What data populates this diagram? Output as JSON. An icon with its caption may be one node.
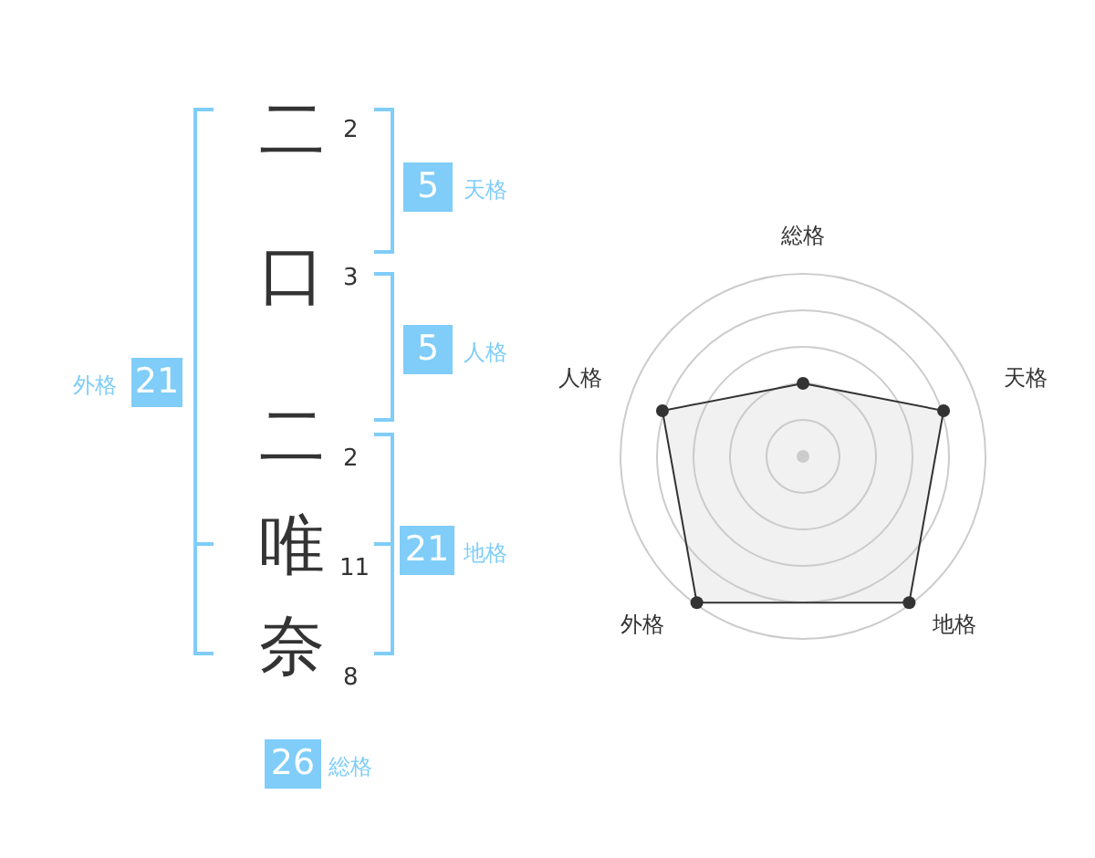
{
  "diagram": {
    "nodes": [
      {
        "text": [
          "21"
        ],
        "beside": [
          "外格"
        ]
      },
      {
        "text": [
          "5"
        ],
        "beside": [
          "天格"
        ]
      },
      {
        "text": [
          "5"
        ],
        "beside": [
          "人格"
        ]
      },
      {
        "text": [
          "21"
        ],
        "beside": [
          "地格"
        ]
      },
      {
        "text": [
          "26"
        ],
        "beside": [
          "総格"
        ]
      }
    ],
    "edges": [],
    "labels": [
      "二",
      "2",
      "口",
      "3",
      "二",
      "2",
      "唯",
      "11",
      "奈",
      "8",
      "総格",
      "人格",
      "天格",
      "外格",
      "地格"
    ]
  }
}
